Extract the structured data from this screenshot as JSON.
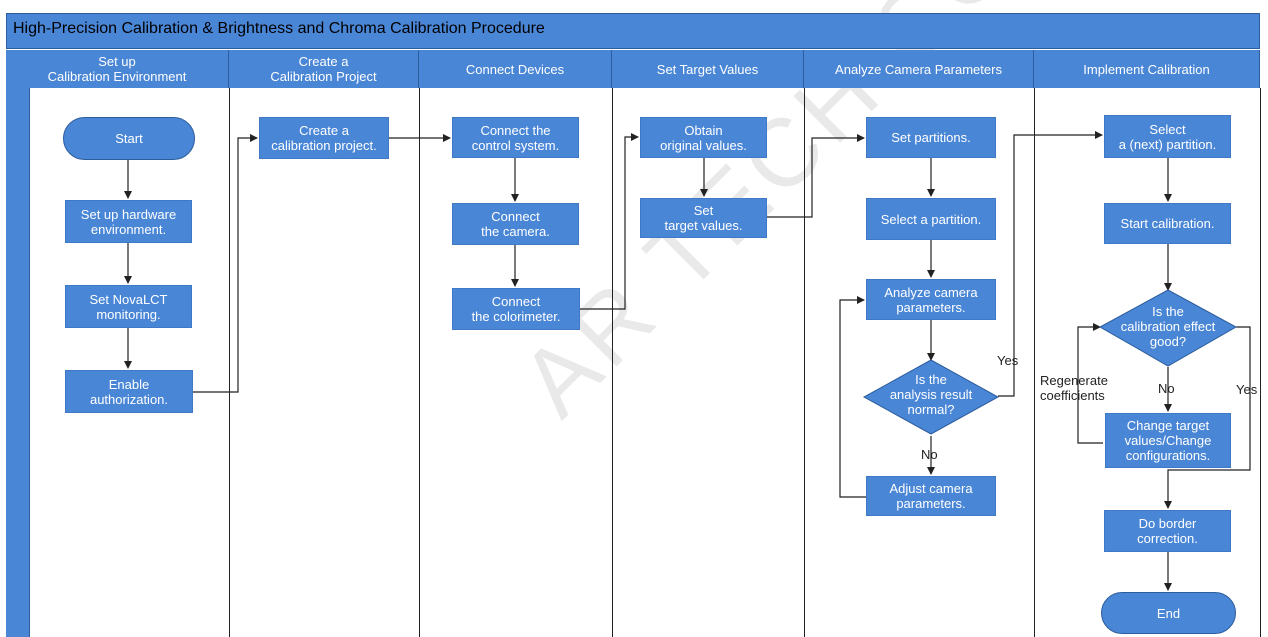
{
  "diagram": {
    "title": "High-Precision Calibration & Brightness and Chroma Calibration Procedure",
    "watermark": "AR TECH CO., LTD.",
    "lanes": [
      {
        "id": "lane1",
        "label": "Set up\nCalibration Environment"
      },
      {
        "id": "lane2",
        "label": "Create a\nCalibration Project"
      },
      {
        "id": "lane3",
        "label": "Connect Devices"
      },
      {
        "id": "lane4",
        "label": "Set Target Values"
      },
      {
        "id": "lane5",
        "label": "Analyze Camera Parameters"
      },
      {
        "id": "lane6",
        "label": "Implement Calibration"
      }
    ],
    "nodes": {
      "start": "Start",
      "setup_hw": "Set up hardware\nenvironment.",
      "set_novalct": "Set NovaLCT\nmonitoring.",
      "enable_auth": "Enable\nauthorization.",
      "create_project": "Create a\ncalibration project.",
      "connect_control": "Connect the\ncontrol system.",
      "connect_camera": "Connect\nthe camera.",
      "connect_colorimeter": "Connect\nthe colorimeter.",
      "obtain_values": "Obtain\noriginal values.",
      "set_target": "Set\ntarget values.",
      "set_partitions": "Set partitions.",
      "select_partition": "Select a partition.",
      "analyze_params": "Analyze camera\nparameters.",
      "analysis_normal": "Is the\nanalysis result\nnormal?",
      "adjust_params": "Adjust camera\nparameters.",
      "select_next": "Select\na (next) partition.",
      "start_calibration": "Start calibration.",
      "calibration_good": "Is the\ncalibration effect\ngood?",
      "change_config": "Change target\nvalues/Change\nconfigurations.",
      "border_correction": "Do border\ncorrection.",
      "end": "End"
    },
    "edge_labels": {
      "yes_analysis": "Yes",
      "no_analysis": "No",
      "regenerate": "Regenerate\ncoefficients",
      "no_calibration": "No",
      "yes_calibration": "Yes"
    },
    "colors": {
      "fill": "#4a86d6",
      "border": "#2c5d9c",
      "line": "#222222",
      "node_text": "#ffffff"
    }
  }
}
